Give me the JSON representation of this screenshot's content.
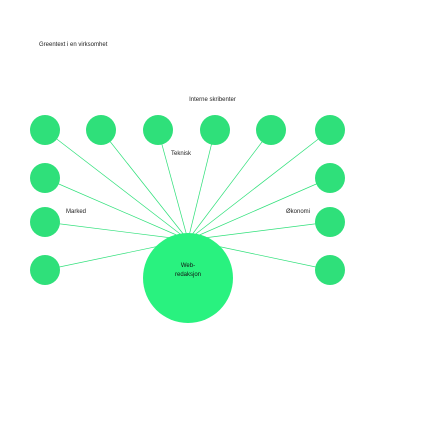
{
  "page": {
    "title": "Greentext i en virksomhet",
    "group_title": "Interne skribenter"
  },
  "center": {
    "line1": "Web-",
    "line2": "redaksjon"
  },
  "labels": {
    "teknisk": "Teknisk",
    "marked": "Marked",
    "okonomi": "Økonomi"
  },
  "colors": {
    "node_fill": "#2fe07a",
    "center_fill": "#29f27f",
    "connector": "#2fe07a"
  }
}
